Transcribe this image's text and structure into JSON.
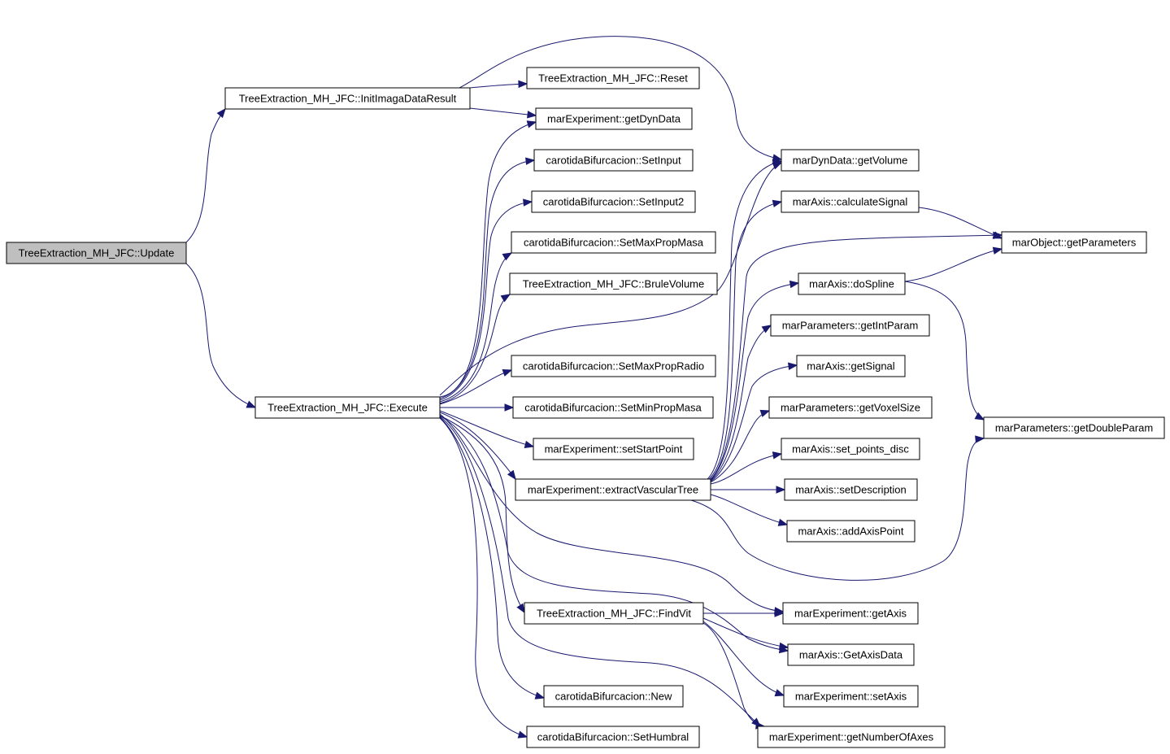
{
  "graph": {
    "edge_color": "#191970",
    "root_fill": "#bfbfbf",
    "node_fill": "#ffffff",
    "nodes": [
      {
        "id": "update",
        "label": "TreeExtraction_MH_JFC::Update",
        "root": true
      },
      {
        "id": "initimaga",
        "label": "TreeExtraction_MH_JFC::InitImagaDataResult"
      },
      {
        "id": "execute",
        "label": "TreeExtraction_MH_JFC::Execute"
      },
      {
        "id": "reset",
        "label": "TreeExtraction_MH_JFC::Reset"
      },
      {
        "id": "getdyndata",
        "label": "marExperiment::getDynData"
      },
      {
        "id": "setinput",
        "label": "carotidaBifurcacion::SetInput"
      },
      {
        "id": "setinput2",
        "label": "carotidaBifurcacion::SetInput2"
      },
      {
        "id": "setmaxpropmasa",
        "label": "carotidaBifurcacion::SetMaxPropMasa"
      },
      {
        "id": "brulevolume",
        "label": "TreeExtraction_MH_JFC::BruleVolume"
      },
      {
        "id": "setmaxpropradio",
        "label": "carotidaBifurcacion::SetMaxPropRadio"
      },
      {
        "id": "setminpropmasa",
        "label": "carotidaBifurcacion::SetMinPropMasa"
      },
      {
        "id": "setstartpoint",
        "label": "marExperiment::setStartPoint"
      },
      {
        "id": "extractvasculartree",
        "label": "marExperiment::extractVascularTree"
      },
      {
        "id": "findvit",
        "label": "TreeExtraction_MH_JFC::FindVit"
      },
      {
        "id": "new",
        "label": "carotidaBifurcacion::New"
      },
      {
        "id": "sethumbral",
        "label": "carotidaBifurcacion::SetHumbral"
      },
      {
        "id": "getvolume",
        "label": "marDynData::getVolume"
      },
      {
        "id": "calculatesignal",
        "label": "marAxis::calculateSignal"
      },
      {
        "id": "dospline",
        "label": "marAxis::doSpline"
      },
      {
        "id": "getintparam",
        "label": "marParameters::getIntParam"
      },
      {
        "id": "getsignal",
        "label": "marAxis::getSignal"
      },
      {
        "id": "getvoxelsize",
        "label": "marParameters::getVoxelSize"
      },
      {
        "id": "setpointsdisc",
        "label": "marAxis::set_points_disc"
      },
      {
        "id": "setdescription",
        "label": "marAxis::setDescription"
      },
      {
        "id": "addaxispoint",
        "label": "marAxis::addAxisPoint"
      },
      {
        "id": "getaxis",
        "label": "marExperiment::getAxis"
      },
      {
        "id": "getaxisdata",
        "label": "marAxis::GetAxisData"
      },
      {
        "id": "setaxis",
        "label": "marExperiment::setAxis"
      },
      {
        "id": "getnumberofaxes",
        "label": "marExperiment::getNumberOfAxes"
      },
      {
        "id": "getparameters",
        "label": "marObject::getParameters"
      },
      {
        "id": "getdoubleparam",
        "label": "marParameters::getDoubleParam"
      }
    ]
  }
}
